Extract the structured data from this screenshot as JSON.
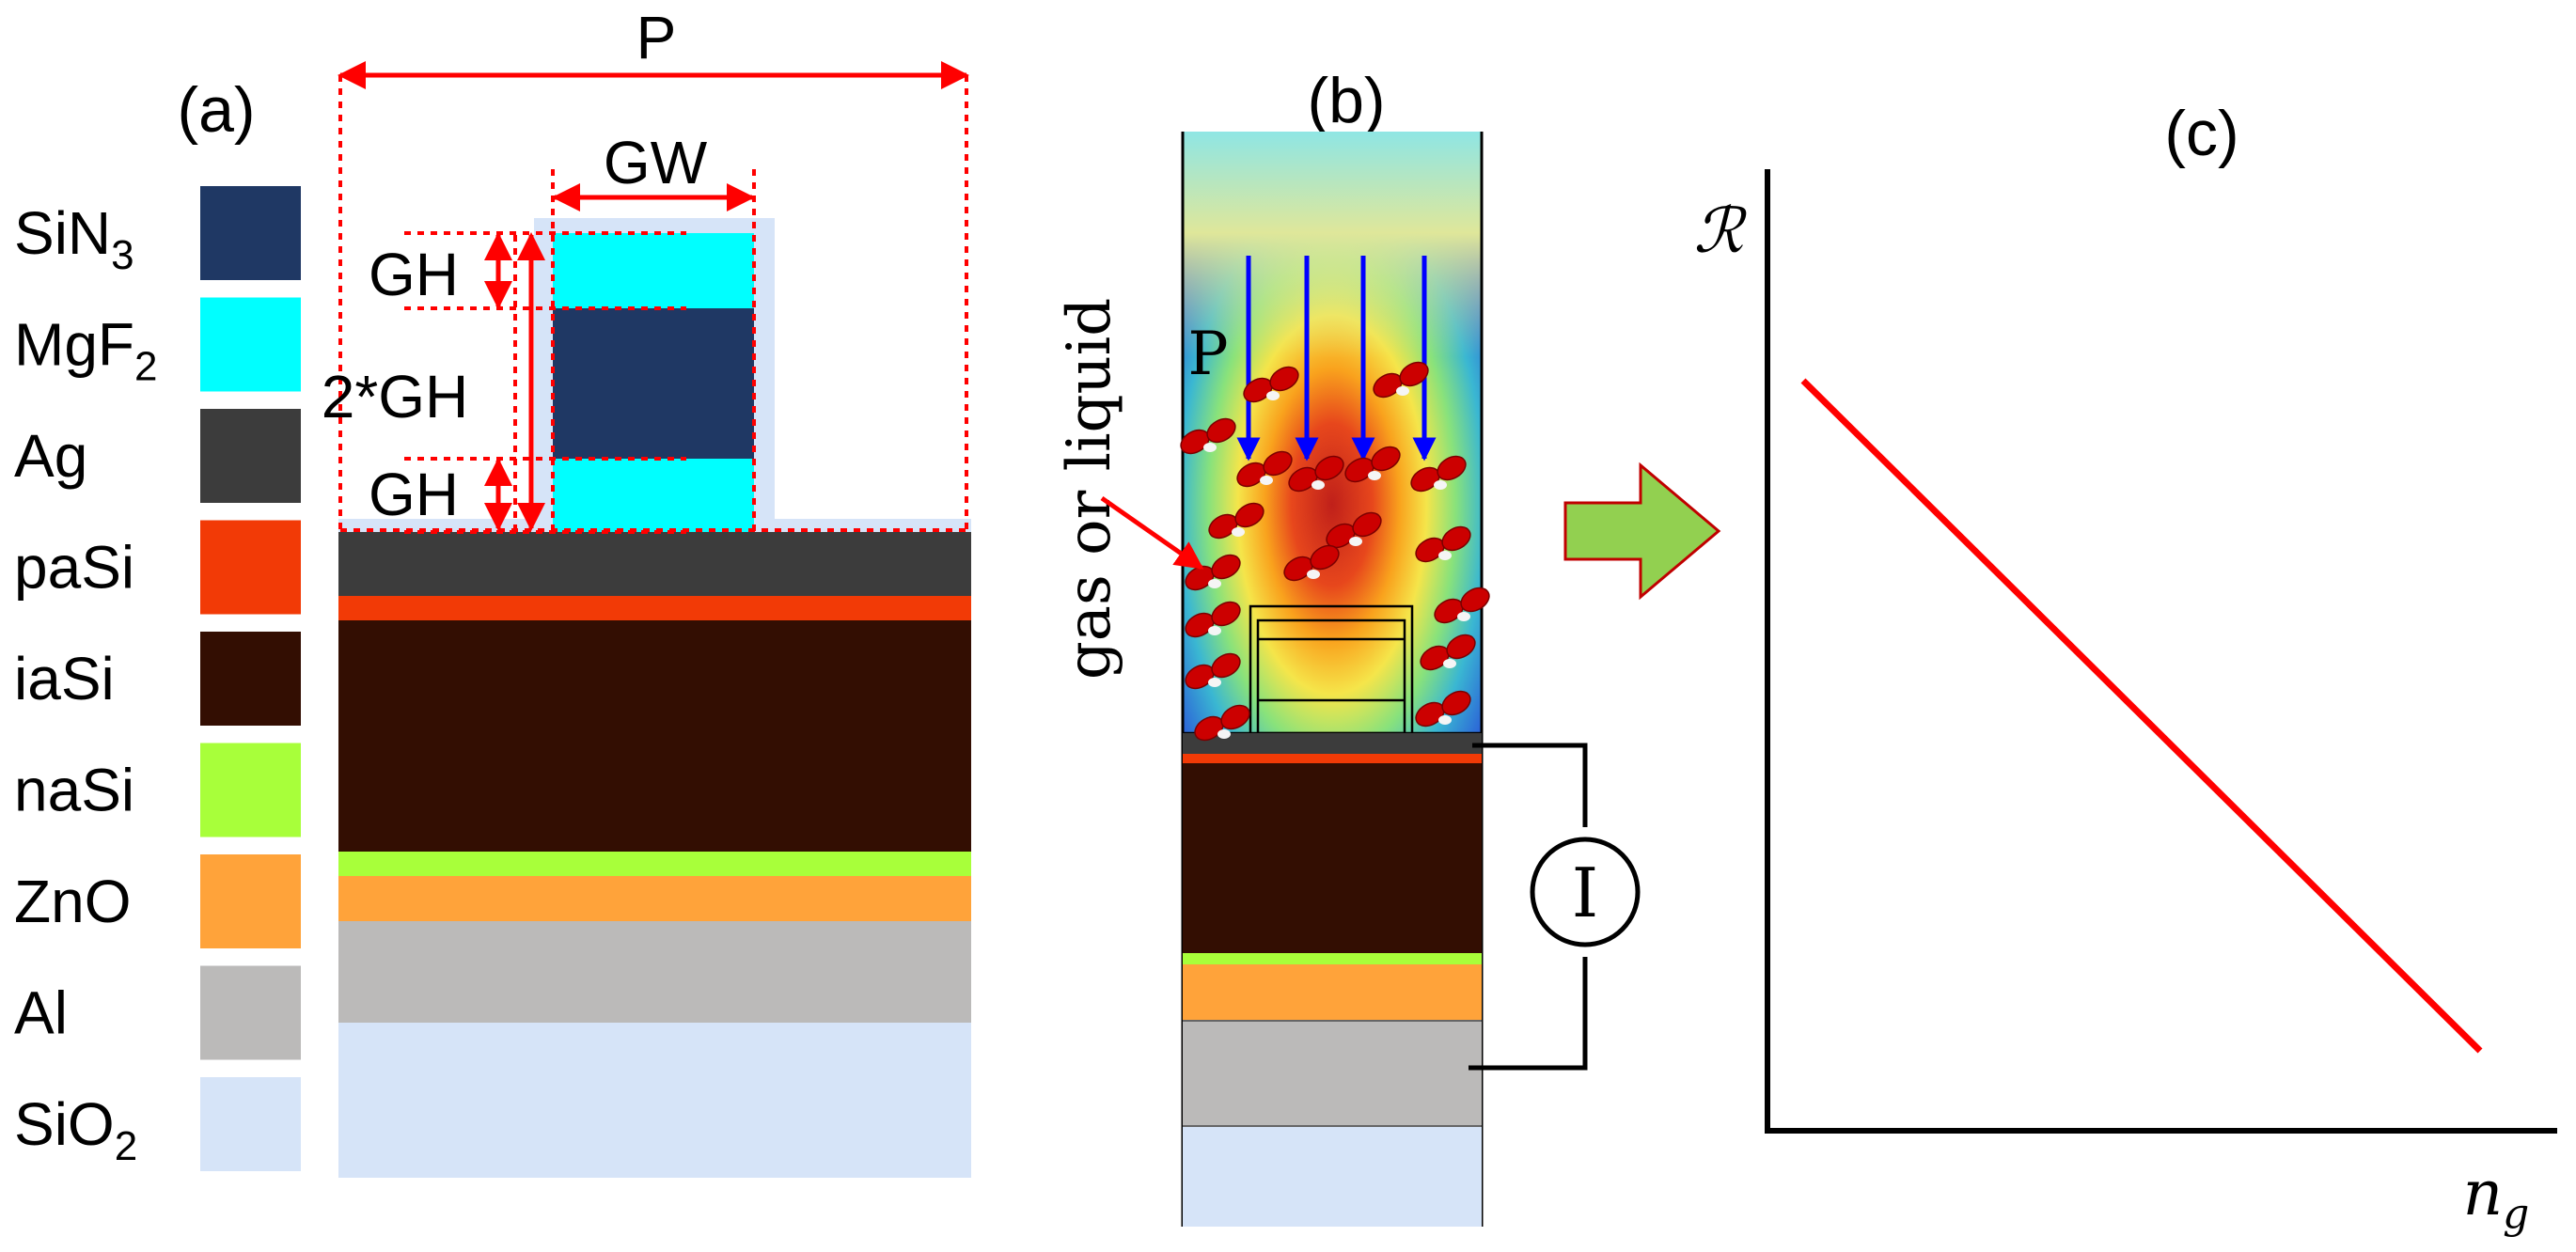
{
  "panels": {
    "a_label": "(a)",
    "b_label": "(b)",
    "c_label": "(c)"
  },
  "legend": [
    {
      "label": "SiN",
      "sub": "3",
      "color": "#1f3864"
    },
    {
      "label": "MgF",
      "sub": "2",
      "color": "#00ffff"
    },
    {
      "label": "Ag",
      "sub": "",
      "color": "#3c3c3c"
    },
    {
      "label": "paSi",
      "sub": "",
      "color": "#f23a06"
    },
    {
      "label": "iaSi",
      "sub": "",
      "color": "#330e02"
    },
    {
      "label": "naSi",
      "sub": "",
      "color": "#a8ff3a"
    },
    {
      "label": "ZnO",
      "sub": "",
      "color": "#ffa33a"
    },
    {
      "label": "Al",
      "sub": "",
      "color": "#bbbab9"
    },
    {
      "label": "SiO",
      "sub": "2",
      "color": "#d6e4f8"
    }
  ],
  "dimensions": {
    "period": "P",
    "grating_width": "GW",
    "grating_height_top": "GH",
    "grating_height_mid": "2*GH",
    "grating_height_bottom": "GH"
  },
  "panel_b": {
    "pressure_label": "P",
    "medium_label": "gas or liquid",
    "current_label": "I"
  },
  "panel_c": {
    "y_axis_label": "ℛ",
    "x_axis_label_main": "n",
    "x_axis_label_sub": "g",
    "line_color": "#ff0000"
  },
  "colors": {
    "dimension_arrows": "#ff0000",
    "pressure_arrows": "#0000ff",
    "big_arrow_fill": "#92d050",
    "big_arrow_stroke": "#c00000",
    "molecule": "#cc0000"
  }
}
